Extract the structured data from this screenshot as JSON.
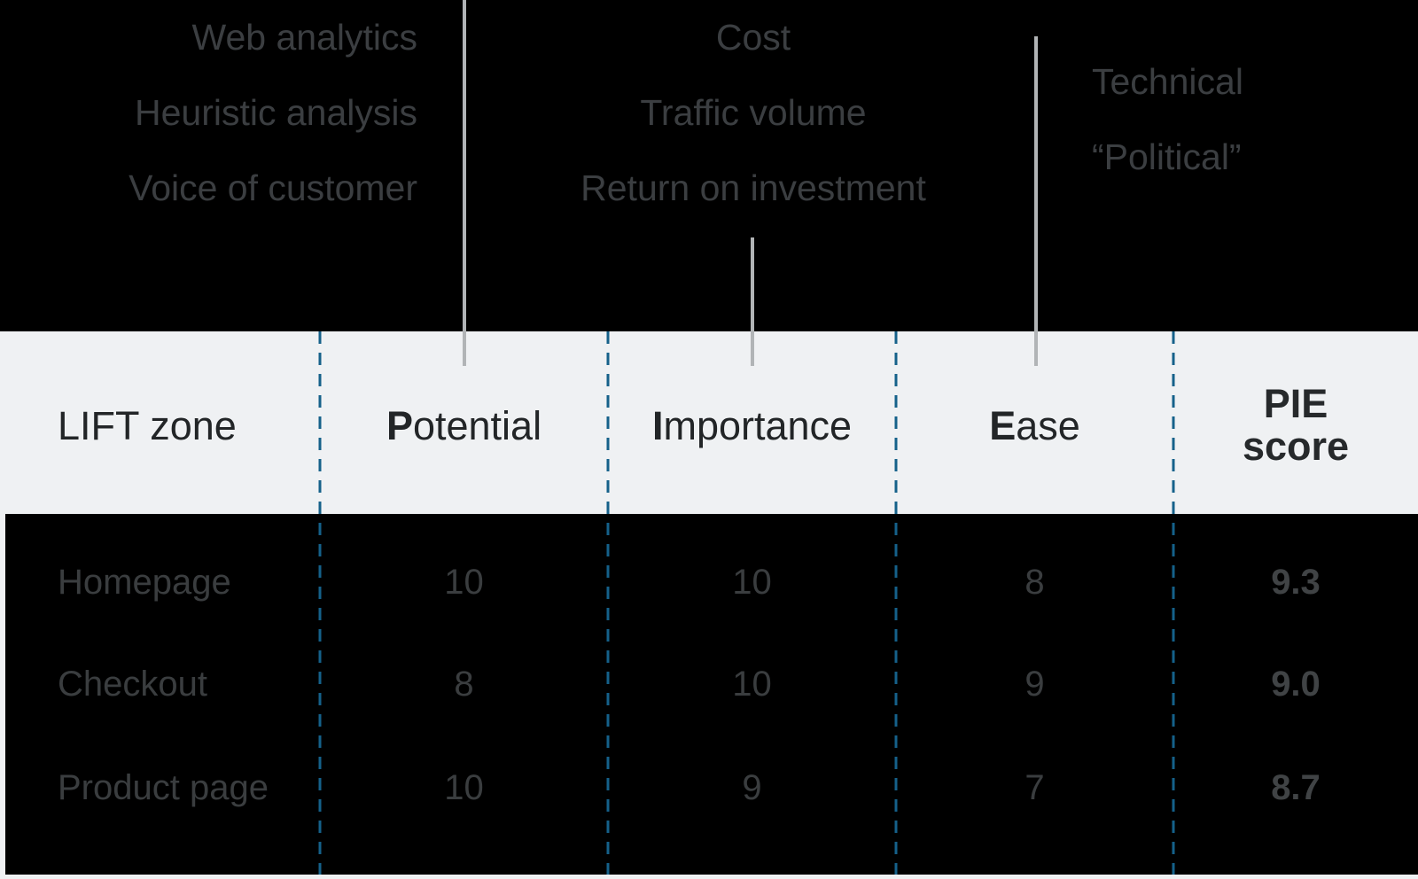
{
  "annotations": {
    "potential_sources": [
      "Web analytics",
      "Heuristic analysis",
      "Voice of customer"
    ],
    "importance_factors": [
      "Cost",
      "Traffic volume",
      "Return on investment"
    ],
    "ease_factors": [
      "Technical",
      "“Political”"
    ]
  },
  "table": {
    "header": {
      "zone_label": "LIFT zone",
      "potential": {
        "lead": "P",
        "rest": "otential"
      },
      "importance": {
        "lead": "I",
        "rest": "mportance"
      },
      "ease": {
        "lead": "E",
        "rest": "ase"
      },
      "pie_score": {
        "line1": "PIE",
        "line2": "score"
      }
    },
    "rows": [
      {
        "zone": "Homepage",
        "potential": "10",
        "importance": "10",
        "ease": "8",
        "pie_score": "9.3"
      },
      {
        "zone": "Checkout",
        "potential": "8",
        "importance": "10",
        "ease": "9",
        "pie_score": "9.0"
      },
      {
        "zone": "Product page",
        "potential": "10",
        "importance": "9",
        "ease": "7",
        "pie_score": "8.7"
      }
    ]
  },
  "colors": {
    "background": "#000000",
    "annotation_text": "#3b3e41",
    "pointer_line": "#b1b4b6",
    "table_header_bg": "#eff1f3",
    "header_text": "#222527",
    "column_divider_dashed": "#15618a",
    "body_text": "#3a3d3f",
    "pie_bold_text": "#404345"
  },
  "chart_data": {
    "type": "table",
    "title": "PIE prioritization of LIFT zones",
    "columns": [
      "LIFT zone",
      "Potential",
      "Importance",
      "Ease",
      "PIE score"
    ],
    "rows": [
      [
        "Homepage",
        10,
        10,
        8,
        9.3
      ],
      [
        "Checkout",
        8,
        10,
        9,
        9.0
      ],
      [
        "Product page",
        10,
        9,
        7,
        8.7
      ]
    ],
    "column_annotations": {
      "Potential": [
        "Web analytics",
        "Heuristic analysis",
        "Voice of customer"
      ],
      "Importance": [
        "Cost",
        "Traffic volume",
        "Return on investment"
      ],
      "Ease": [
        "Technical",
        "“Political”"
      ]
    }
  }
}
